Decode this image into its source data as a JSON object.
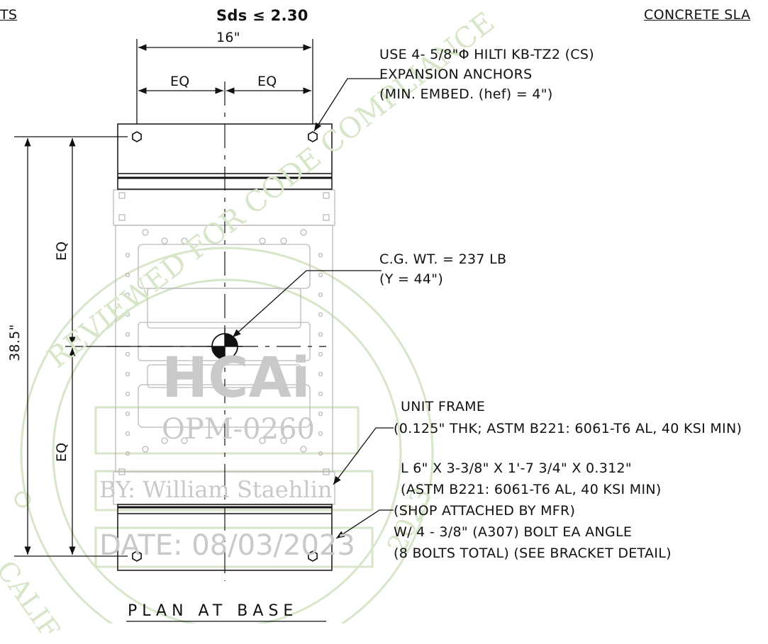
{
  "header": {
    "left_fragment": "TS",
    "center": "Sds ≤ 2.30",
    "right_fragment": "CONCRETE SLA"
  },
  "dimensions": {
    "width_total": "16\"",
    "width_eq_left": "EQ",
    "width_eq_right": "EQ",
    "height_total": "38.5\"",
    "height_eq_upper": "EQ",
    "height_eq_lower": "EQ"
  },
  "notes": {
    "anchors": [
      "USE 4- 5/8\"Φ HILTI KB-TZ2 (CS)",
      "EXPANSION ANCHORS",
      "(MIN. EMBED. (hef) = 4\")"
    ],
    "cg": [
      "C.G. WT. = 237 LB",
      "(Y = 44\")"
    ],
    "frame": [
      "UNIT FRAME",
      "(0.125\" THK; ASTM B221: 6061-T6 AL, 40 KSI MIN)"
    ],
    "angle": [
      "L 6\" X 3-3/8\" X 1'-7 3/4\" X 0.312\"",
      "(ASTM B221: 6061-T6 AL, 40 KSI MIN)",
      "(SHOP ATTACHED BY MFR)",
      "W/ 4 - 3/8\" (A307) BOLT EA ANGLE",
      "(8 BOLTS TOTAL) (SEE BRACKET DETAIL)"
    ]
  },
  "title": "PLAN AT BASE",
  "stamp": {
    "arc_text_left": "REVIEWED FOR CODE COMPLIANCE",
    "logo": "HCAi",
    "opm": "OPM-0260",
    "by": "BY: William Staehlin",
    "date": "DATE: 08/03/2023",
    "fragments": "CALIF",
    "year": "2023",
    "color": "#d7e6c8"
  },
  "colors": {
    "line": "#111111",
    "ghost": "#b9b9b9",
    "stamp": "#d7e6c8",
    "stamp_text": "#c9c9c9"
  }
}
